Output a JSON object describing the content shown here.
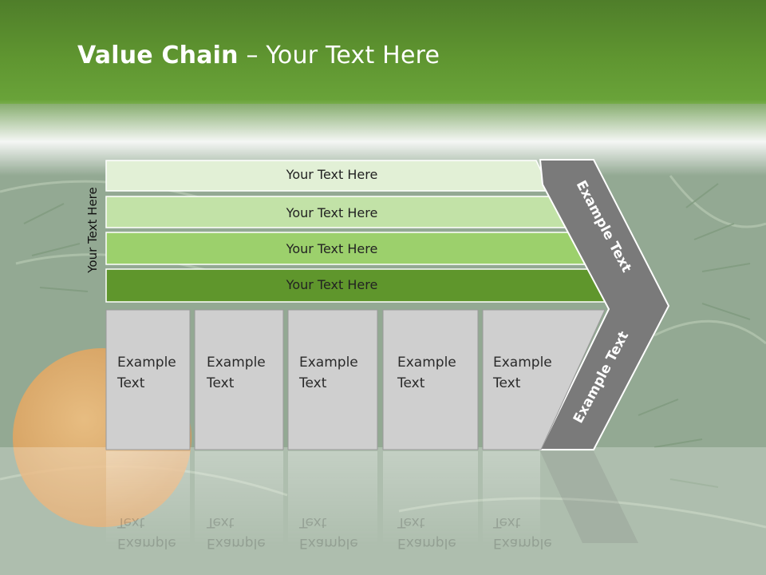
{
  "slide": {
    "title_bold": "Value Chain",
    "title_rest": " – Your Text Here",
    "side_label": "Your Text Here"
  },
  "bars": [
    {
      "label": "Your Text Here",
      "color": "#e2f0d6"
    },
    {
      "label": "Your Text Here",
      "color": "#c2e2a7"
    },
    {
      "label": "Your Text Here",
      "color": "#9cd06c"
    },
    {
      "label": "Your Text Here",
      "color": "#5f962c"
    }
  ],
  "boxes": [
    {
      "line1": "Example",
      "line2": "Text"
    },
    {
      "line1": "Example",
      "line2": "Text"
    },
    {
      "line1": "Example",
      "line2": "Text"
    },
    {
      "line1": "Example",
      "line2": "Text"
    },
    {
      "line1": "Example",
      "line2": "Text"
    }
  ],
  "chevron": {
    "upper_label": "Example Text",
    "lower_label": "Example Text",
    "color": "#7a7a7a"
  },
  "colors": {
    "header": "#5f9530",
    "box_fill": "#cfcfcf"
  }
}
